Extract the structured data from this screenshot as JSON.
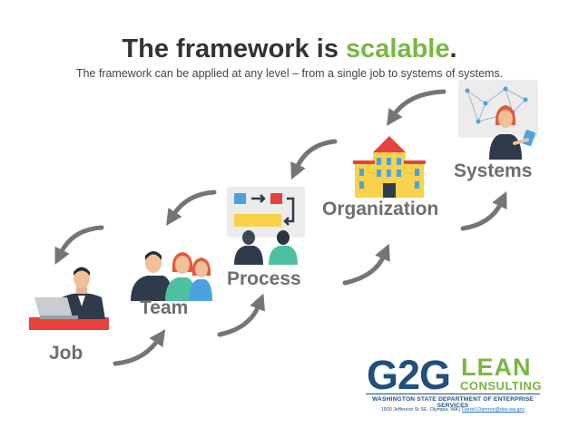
{
  "header": {
    "title_prefix": "The framework is ",
    "title_accent": "scalable",
    "title_suffix": ".",
    "subtitle": "The framework can be applied at any level – from a single job to systems of systems."
  },
  "levels": [
    {
      "label": "Job",
      "icon": "person-at-laptop-icon"
    },
    {
      "label": "Team",
      "icon": "team-group-icon"
    },
    {
      "label": "Process",
      "icon": "process-board-icon"
    },
    {
      "label": "Organization",
      "icon": "building-icon"
    },
    {
      "label": "Systems",
      "icon": "systems-network-icon"
    }
  ],
  "logo": {
    "brand": "G2G",
    "lean": "LEAN",
    "consulting": "CONSULTING",
    "department": "WASHINGTON STATE DEPARTMENT OF ENTERPRISE SERVICES",
    "address": "1500 Jefferson St SE, Olympia, WA | ",
    "email": "Darrell.Damron@des.wa.gov"
  },
  "colors": {
    "accent_green": "#7ab640",
    "arrow_gray": "#757575",
    "label_gray": "#6e6e6e",
    "brand_blue": "#1f4f7e"
  }
}
